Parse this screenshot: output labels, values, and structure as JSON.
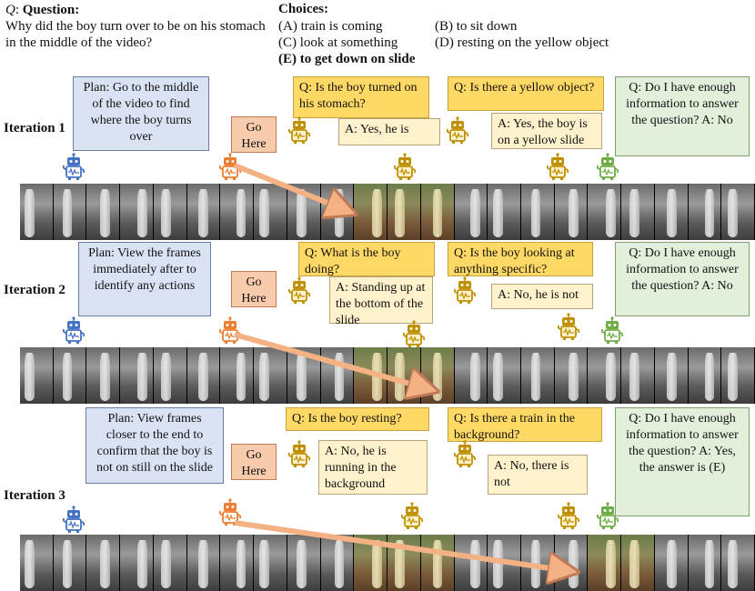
{
  "question": {
    "label": "Question:",
    "text": "Why did the boy turn over to be on his stomach in the middle of the video?"
  },
  "choices": {
    "title": "Choices:",
    "items": [
      {
        "text": "(A) train is coming",
        "bold": false
      },
      {
        "text": "(B) to sit down",
        "bold": false
      },
      {
        "text": "(C) look at something",
        "bold": false
      },
      {
        "text": "(D) resting on the yellow object",
        "bold": false
      },
      {
        "text": "(E) to get down on slide",
        "bold": true
      }
    ]
  },
  "colors": {
    "planner": "#4472c4",
    "go": "#ed7d31",
    "qa": "#bf9000",
    "answerer": "#70ad47"
  },
  "iterations": [
    {
      "label": "Iteration 1",
      "plan": "Plan: Go to the middle of the video to find where the boy turns over",
      "go": "Go Here",
      "q1": "Q: Is the boy turned on his stomach?",
      "a1": "A: Yes, he is",
      "q2": "Q: Is there a yellow object?",
      "a2": "A: Yes, the boy is on a yellow slide",
      "final": "Q: Do I have enough information to answer the question? A: No"
    },
    {
      "label": "Iteration 2",
      "plan": "Plan: View the frames immediately after to identify any actions",
      "go": "Go Here",
      "q1": "Q: What is the boy doing?",
      "a1": "A: Standing up at the bottom of the slide",
      "q2": "Q: Is the boy looking at anything specific?",
      "a2": "A: No, he is not",
      "final": "Q: Do I have enough information to answer the question? A: No"
    },
    {
      "label": "Iteration 3",
      "plan": "Plan: View frames closer to the end to confirm that the boy is not on still on the slide",
      "go": "Go Here",
      "q1": "Q: Is the boy resting?",
      "a1": "A: No, he is running in the background",
      "q2": "Q: Is there a train in the background?",
      "a2": "A: No, there is not",
      "final": "Q: Do I have enough information to answer the question? A: Yes, the answer is (E)"
    }
  ]
}
